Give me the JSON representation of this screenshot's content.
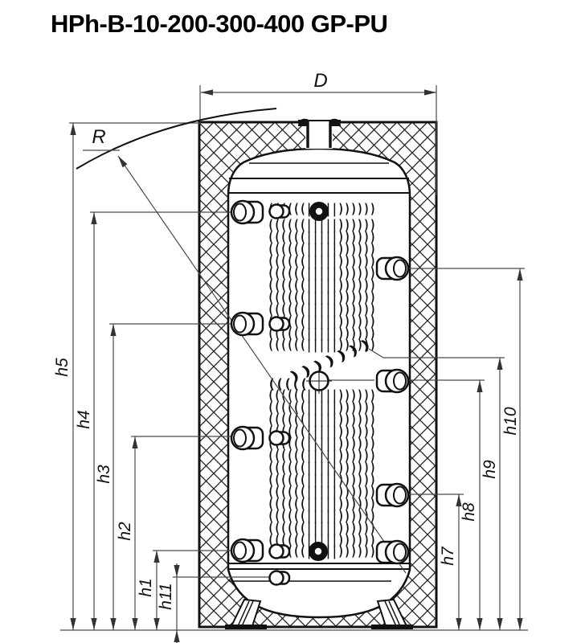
{
  "title": "HPh-B-10-200-300-400 GP-PU",
  "dimension_labels": {
    "diameter": "D",
    "radius": "R",
    "h1": "h1",
    "h2": "h2",
    "h3": "h3",
    "h4": "h4",
    "h5": "h5",
    "h7": "h7",
    "h8": "h8",
    "h9": "h9",
    "h10": "h10",
    "h11": "h11"
  },
  "drawing": {
    "line_color": "#111111",
    "dim_color": "#4a4a4a",
    "coil_pattern_full": "((((((|||||))))))",
    "coil_pattern_partial": "(((((",
    "coil_pattern_incline": ")))))))"
  }
}
